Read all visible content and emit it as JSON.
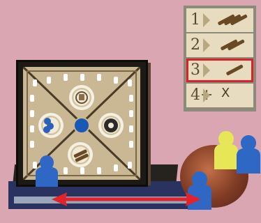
{
  "cost_table": {
    "rows": [
      {
        "number": "1",
        "value_icon": "three-sticks-icon"
      },
      {
        "number": "2",
        "value_icon": "two-sticks-icon"
      },
      {
        "number": "3",
        "value_icon": "one-stick-icon"
      },
      {
        "number": "4+",
        "value": "X"
      }
    ],
    "highlighted_row": "3"
  },
  "colors": {
    "background": "#d9a6b1",
    "board_face": "#c9b893",
    "table_header": "#e8dcc0",
    "highlight": "#d8232a",
    "pivot_blue": "#1a58b5",
    "meeple_blue": "#2f67c5",
    "meeple_yellow": "#e7e657"
  }
}
